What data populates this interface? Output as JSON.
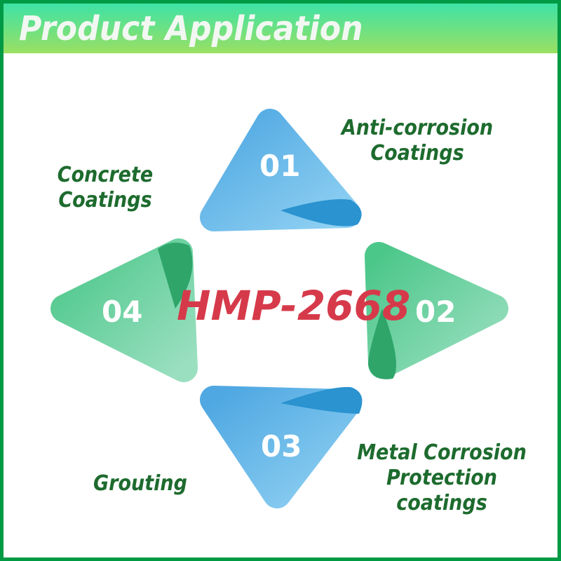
{
  "header": {
    "title": "Product Application"
  },
  "product": "HMP-2668",
  "items": [
    {
      "number": "01",
      "label_line1": "Anti-corrosion",
      "label_line2": "Coatings"
    },
    {
      "number": "02",
      "label_line1": "Metal Corrosion",
      "label_line2": "Protection coatings"
    },
    {
      "number": "03",
      "label_line1": "Grouting",
      "label_line2": ""
    },
    {
      "number": "04",
      "label_line1": "Concrete",
      "label_line2": "Coatings"
    }
  ],
  "colors": {
    "border": "#009944",
    "blue": "#5ab4e6",
    "green": "#5fcf98",
    "label": "#1d6b2e",
    "product": "#d63a4a"
  }
}
